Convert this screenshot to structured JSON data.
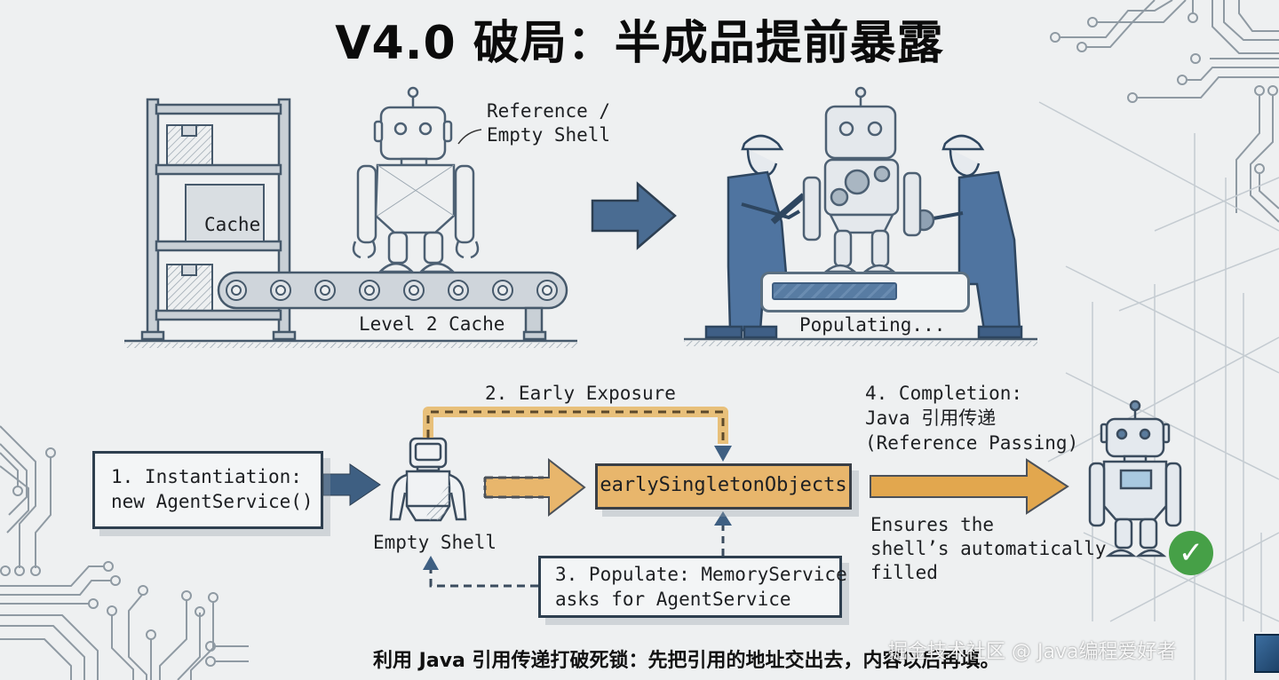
{
  "title": "V4.0 破局：半成品提前暴露",
  "top_left_scene": {
    "shelf_box_label": "Cache",
    "robot_callout": "Reference /\nEmpty Shell",
    "conveyor_label": "Level 2 Cache"
  },
  "top_right_scene": {
    "progress_label": "Populating...",
    "progress_fraction": 0.65
  },
  "flow": {
    "step1": {
      "line1": "1. Instantiation:",
      "line2": "new AgentService()"
    },
    "empty_shell_label": "Empty Shell",
    "step2_label": "2. Early Exposure",
    "cache_box_label": "earlySingletonObjects",
    "step3": {
      "line1": "3. Populate: MemoryService",
      "line2": "asks for AgentService"
    },
    "step4": {
      "line1": "4. Completion:",
      "line2": "Java 引用传递",
      "line3": "(Reference Passing)"
    },
    "step4_note": {
      "line1": "Ensures the",
      "line2": "shell’s automatically",
      "line3": "filled"
    }
  },
  "caption": "利用 Java 引用传递打破死锁：先把引用的地址交出去，内容以后再填。",
  "watermark": "掘金技术社区 @ Java编程爱好者",
  "colors": {
    "navy": "#2e3f4f",
    "steel_blue": "#47698f",
    "orange": "#e8b66c",
    "green_check": "#46a047",
    "background": "#eef0f1"
  }
}
